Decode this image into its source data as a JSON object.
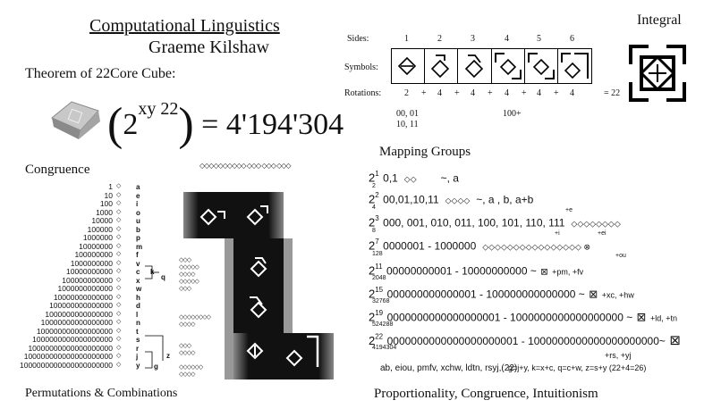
{
  "header": {
    "title": "Computational Linguistics",
    "author": "Graeme Kilshaw",
    "theorem": "Theorem of 22Core Cube:",
    "integral": "Integral"
  },
  "formula": {
    "base": "2",
    "exp1": "xy",
    "exp2": "22",
    "result": "= 4'194'304"
  },
  "table": {
    "sides_label": "Sides:",
    "symbols_label": "Symbols:",
    "rotations_label": "Rotations:",
    "sides": [
      "1",
      "2",
      "3",
      "4",
      "5",
      "6"
    ],
    "rotations": [
      "2",
      "+",
      "4",
      "+",
      "4",
      "+",
      "4",
      "+",
      "4",
      "+",
      "4"
    ],
    "total": "= 22",
    "note1": "00, 01",
    "note2": "10, 11",
    "note3": "100+"
  },
  "sections": {
    "congruence": "Congruence",
    "mapping": "Mapping Groups",
    "permutations": "Permutations & Combinations",
    "proportionality": "Proportionality, Congruence, Intuitionism"
  },
  "binary_list": [
    "1",
    "10",
    "100",
    "1000",
    "10000",
    "100000",
    "1000000",
    "10000000",
    "100000000",
    "1000000000",
    "10000000000",
    "100000000000",
    "1000000000000",
    "10000000000000",
    "100000000000000",
    "1000000000000000",
    "10000000000000000",
    "100000000000000000",
    "1000000000000000000",
    "10000000000000000000",
    "100000000000000000000",
    "1000000000000000000000"
  ],
  "letters": [
    "a",
    "e",
    "i",
    "o",
    "u",
    "b",
    "p",
    "m",
    "f",
    "v",
    "c",
    "x",
    "w",
    "h",
    "d",
    "l",
    "n",
    "t",
    "s",
    "r",
    "j",
    "y"
  ],
  "letter_marks": {
    "k": "k",
    "q": "q",
    "z": "z",
    "g": "g"
  },
  "mapping_rows": [
    {
      "base": "2",
      "exp": "1",
      "sub": "2",
      "seq": "0,1",
      "tail": "~, a"
    },
    {
      "base": "2",
      "exp": "2",
      "sub": "4",
      "seq": "00,01,10,11",
      "tail": "~, a , b, a+b"
    },
    {
      "base": "2",
      "exp": "3",
      "sub": "8",
      "seq": "000, 001, 010, 011, 100, 101, 110, 111",
      "tail": ""
    },
    {
      "base": "2",
      "exp": "7",
      "sub": "128",
      "seq": "0000001 - 1000000",
      "tail": ""
    },
    {
      "base": "2",
      "exp": "11",
      "sub": "2048",
      "seq": "00000000001 - 10000000000 ~",
      "tail": "+pm, +fv"
    },
    {
      "base": "2",
      "exp": "15",
      "sub": "32768",
      "seq": "000000000000001 - 100000000000000 ~",
      "tail": "+xc, +hw"
    },
    {
      "base": "2",
      "exp": "19",
      "sub": "524288",
      "seq": "0000000000000000001 - 1000000000000000000 ~",
      "tail": "+ld, +tn"
    },
    {
      "base": "2",
      "exp": "22",
      "sub": "4194304",
      "seq": "0000000000000000000001 - 1000000000000000000000~",
      "tail": "+rs, +yj"
    }
  ],
  "row_marks": {
    "e": "+e",
    "i": "+i",
    "ei": "+ei",
    "ou": "+ou"
  },
  "footer_map": {
    "left": "ab, eiou, pmfv, xchw, ldtn, rsyj,(22)",
    "right": "g=j+y, k=x+c, q=c+w, z=s+y  (22+4=26)"
  }
}
